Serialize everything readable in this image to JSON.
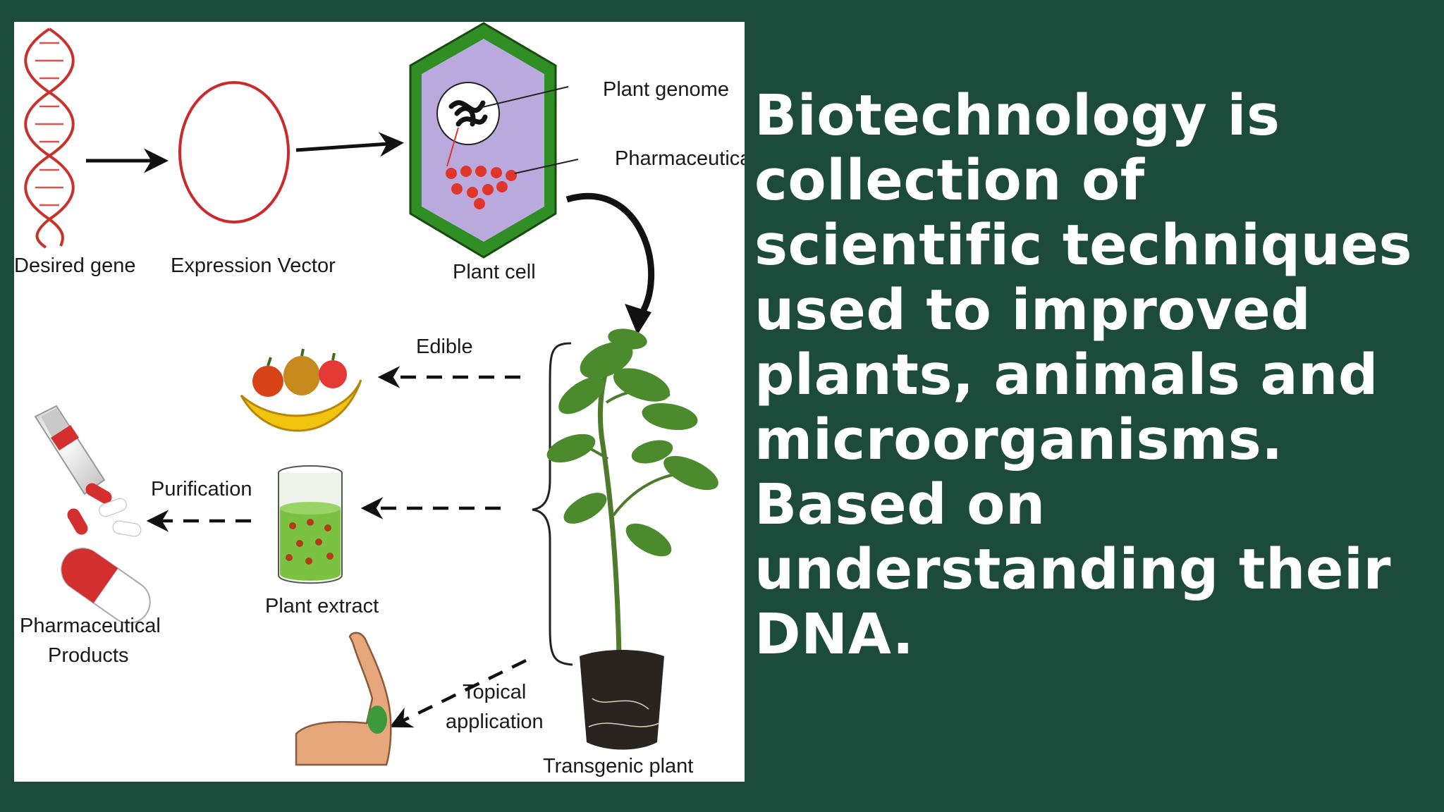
{
  "colors": {
    "background": "#1c4a3b",
    "panel": "#ffffff",
    "headline_text": "#ffffff",
    "cell_wall": "#3fae33",
    "cell_interior": "#b9a9dd",
    "vector_ring": "#cc2a2a"
  },
  "diagram": {
    "labels": {
      "desired_gene": "Desired gene",
      "expression_vector": "Expression Vector",
      "plant_cell": "Plant cell",
      "plant_genome": "Plant genome",
      "pharmaceutical": "Pharmaceutical",
      "edible": "Edible",
      "purification": "Purification",
      "plant_extract": "Plant extract",
      "pharma_products_line1": "Pharmaceutical",
      "pharma_products_line2": "Products",
      "topical_line1": "Topical",
      "topical_line2": "application",
      "transgenic_plant": "Transgenic plant"
    },
    "icons": [
      "dna-icon",
      "plasmid-icon",
      "plant-cell-icon",
      "fruits-icon",
      "pill-bottle-icon",
      "beaker-icon",
      "arm-icon",
      "plant-icon"
    ]
  },
  "headline": {
    "text": "Biotechnology is collection of scientific techniques used to improved plants, animals and microorganisms. Based on understanding their DNA."
  }
}
